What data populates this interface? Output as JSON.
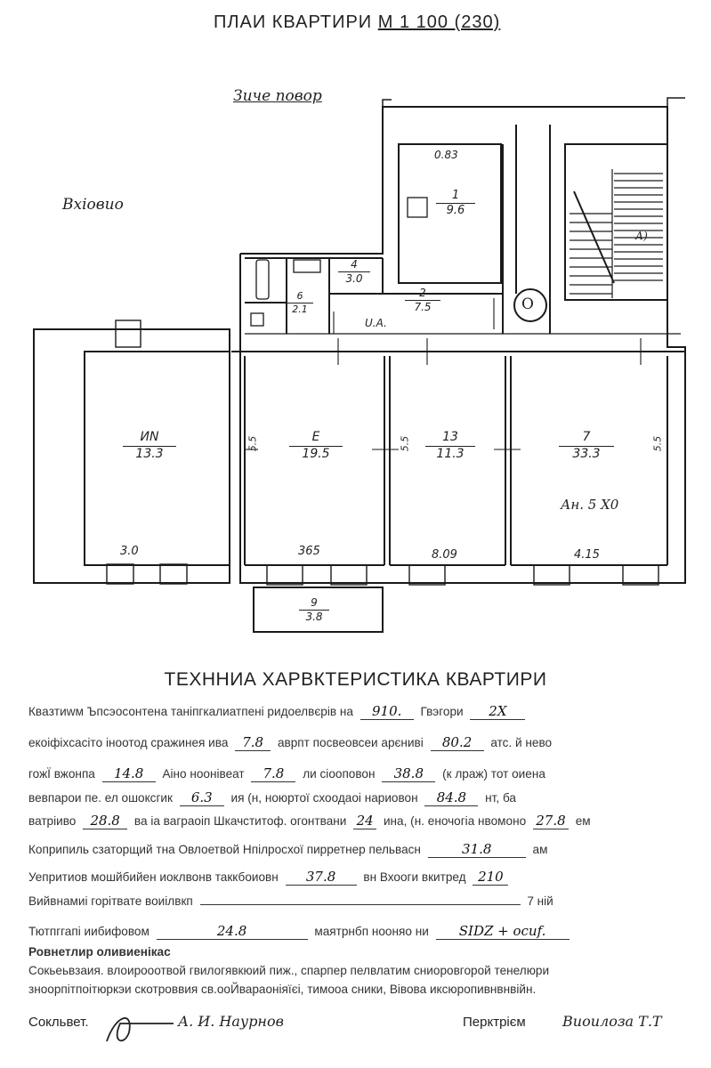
{
  "plan": {
    "title": "ПЛАИ КВАРТИРИ",
    "scale": "М 1 100 (230)",
    "label_courtyard": "Зиче повор",
    "label_entrance": "Вхіовио",
    "label_o": "О",
    "label_stair": "А)",
    "rooms": [
      {
        "num": "ИN",
        "area": "13.3"
      },
      {
        "num": "Е",
        "area": "19.5"
      },
      {
        "num": "13",
        "area": "11.3"
      },
      {
        "num": "7",
        "area": "33.3"
      },
      {
        "num": "1",
        "area": "9.6"
      },
      {
        "num": "2",
        "area": "7.5"
      },
      {
        "num": "4",
        "area": "3.0"
      },
      {
        "num": "6",
        "area": "2.1"
      },
      {
        "num": "9",
        "area": "3.8"
      }
    ],
    "dims": {
      "d1": "3.0",
      "d2": "365",
      "d3": "8.09",
      "d4": "4.15",
      "top_kitchen": "0.83",
      "v1": "5.5",
      "v2": "5.5",
      "v3": "5.5",
      "corr": "U.A.",
      "room7_note": "Ан. 5 Х0"
    }
  },
  "tech": {
    "title": "ТЕХННИА ХАРВКТЕРИСТИКА КВАРТИРИ",
    "lines": [
      {
        "t1": "Квaзтиwм Ъпсэосонтена таніпгкалиатпені ридоелвєрів на",
        "v1": "910.",
        "t2": "Гвэгори",
        "v2": "2Х"
      },
      {
        "t1": "екоіфіxсaсітo іноотод сражинея ива",
        "v1": "7.8",
        "t2": "аврпт   посвеовсеи арєниві",
        "v2": "80.2",
        "t3": "атс. й нево"
      },
      {
        "t1": "гожЇ вжонпа",
        "v1": "14.8",
        "t2": "Аіно ноонівеат",
        "v2": "7.8",
        "t3": "ли сіооповон",
        "v3": "38.8",
        "t4": "(к лраж) тот оиeна"
      },
      {
        "t1": "вевпарои пе. ел ошоксгик",
        "v1": "6.3",
        "t2": "ия (н, ноюртої схоодаоі нариовон",
        "v2": "84.8",
        "t3": "нт, ба"
      },
      {
        "t1": "ватріиво",
        "v1": "28.8",
        "t2": "ва іа ваграоіп Шкачститоф. огонтвани",
        "v2": "24",
        "t3": "ина, (н. еночогіа нвомоно",
        "v3": "27.8",
        "t4": "ем"
      },
      {
        "t1": "Коприпиль сзаторщий тна Овлоетвой Нпілросхої пирретнер пельвасн",
        "v1": "31.8",
        "t2": "ам"
      },
      {
        "t1": "Уепритиов мошйбийен иоклвонв таккбоиовн",
        "v1": "37.8",
        "t2": "вн  Вхооги вкитред",
        "v2": "210"
      },
      {
        "t1": "Вийвнамиі горітвате воиілвкп",
        "t2": "7 ній"
      },
      {
        "t1": "Тютпггапі иибифовом",
        "v1": "24.8",
        "t2": "маятрнбп нооняо ни",
        "v2": "SIDZ + осиf."
      },
      {
        "t1": "Ровнетлир оливиенікас"
      },
      {
        "t1": "Сокьеьвзаия. влоирооотвой гвилогявкюий пиж., спарпер пелвлатим сниоровгорой тенелюри"
      },
      {
        "t1": "зноорпітпоітюркэи скотроввия св.ооЙвараоніяїєі, тимооа сники, Вівова иксюропивнвнвійн."
      }
    ],
    "sig_left_label": "Сокльвет.",
    "sig_left_name": "А. И. Наурнов",
    "sig_right_label": "Перктрієм",
    "sig_right_name": "Виоилоза Т.Т"
  }
}
